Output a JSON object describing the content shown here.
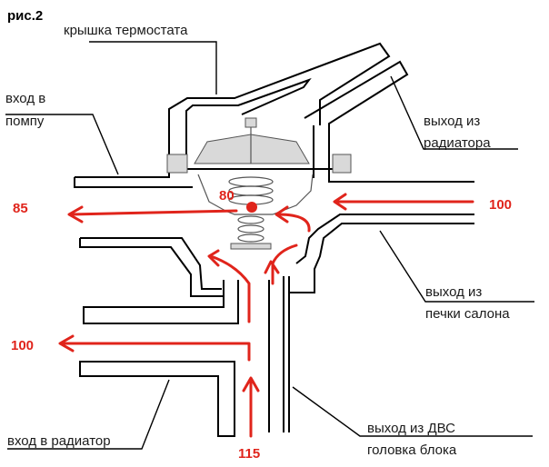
{
  "figure_label": "рис.2",
  "labels": {
    "cap": "крышка термостата",
    "pump_line1": "вход в",
    "pump_line2": "помпу",
    "radiator_out_line1": "выход из",
    "radiator_out_line2": "радиатора",
    "heater_out_line1": "выход из",
    "heater_out_line2": "печки салона",
    "radiator_in": "вход в радиатор",
    "engine_out_line1": "выход из ДВС",
    "engine_out_line2": "головка блока"
  },
  "temperatures": {
    "pump_side": "85",
    "radiator_out": "100",
    "thermostat": "80",
    "radiator_in": "100",
    "engine_out": "115"
  },
  "colors": {
    "pipe": "#000000",
    "flow": "#e0241b",
    "thermostat": "#d9d9d9"
  }
}
